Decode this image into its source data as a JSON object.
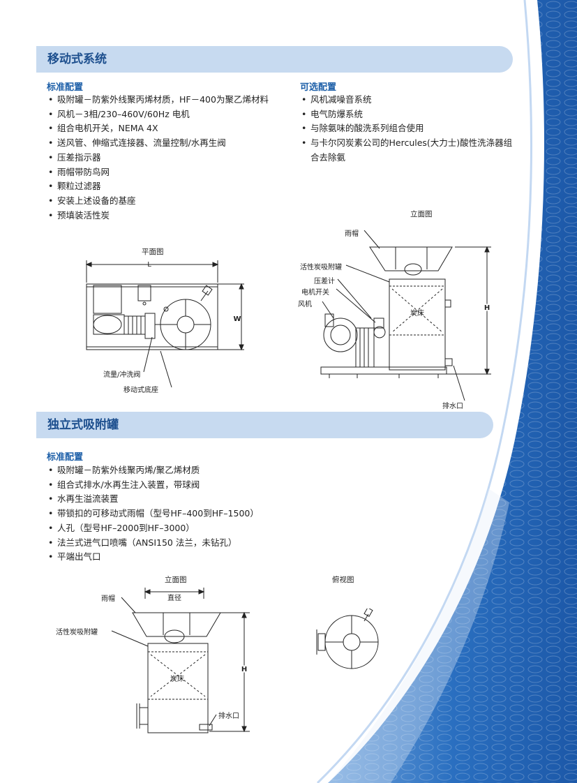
{
  "section1": {
    "title": "移动式系统",
    "standard_heading": "标准配置",
    "standard_items": [
      "吸附罐－防紫外线聚丙烯材质，HF－400为聚乙烯材料",
      "风机－3相/230–460V/60Hz 电机",
      "组合电机开关，NEMA 4X",
      "送风管、伸缩式连接器、流量控制/水再生阀",
      "压差指示器",
      "雨帽带防鸟网",
      "颗粒过滤器",
      "安装上述设备的基座",
      "预填装活性炭"
    ],
    "optional_heading": "可选配置",
    "optional_items": [
      "风机减噪音系统",
      "电气防爆系统",
      "与除氨味的酸洗系列组合使用",
      "与卡尔冈炭素公司的Hercules(大力士)酸性洗涤器组合去除氨"
    ],
    "plan_view": {
      "title": "平面图",
      "dim_l": "L",
      "dim_w": "W",
      "callouts": [
        "流量/冲洗阀",
        "移动式底座"
      ]
    },
    "elevation_view": {
      "title": "立面图",
      "dim_h": "H",
      "bed_label": "炭床",
      "callouts": [
        "雨帽",
        "活性炭吸附罐",
        "压差计",
        "电机开关",
        "风机",
        "排水口"
      ]
    }
  },
  "section2": {
    "title": "独立式吸附罐",
    "standard_heading": "标准配置",
    "standard_items": [
      "吸附罐－防紫外线聚丙烯/聚乙烯材质",
      "组合式排水/水再生注入装置，带球阀",
      "水再生溢流装置",
      "带锁扣的可移动式雨帽（型号HF–400到HF–1500）",
      "人孔（型号HF–2000到HF–3000）",
      "法兰式进气口喷嘴（ANSI150 法兰，未钻孔）",
      "平端出气口"
    ],
    "elevation_view": {
      "title": "立面图",
      "dim_d": "直径",
      "dim_h": "H",
      "bed_label": "炭床",
      "callouts": [
        "雨帽",
        "活性炭吸附罐",
        "排水口"
      ]
    },
    "top_view": {
      "title": "俯视图"
    }
  },
  "colors": {
    "section_bar": "#c7daf0",
    "section_title": "#1d4f8e",
    "subheading": "#1d5fa8",
    "deco_blue": "#2a6fc0"
  }
}
